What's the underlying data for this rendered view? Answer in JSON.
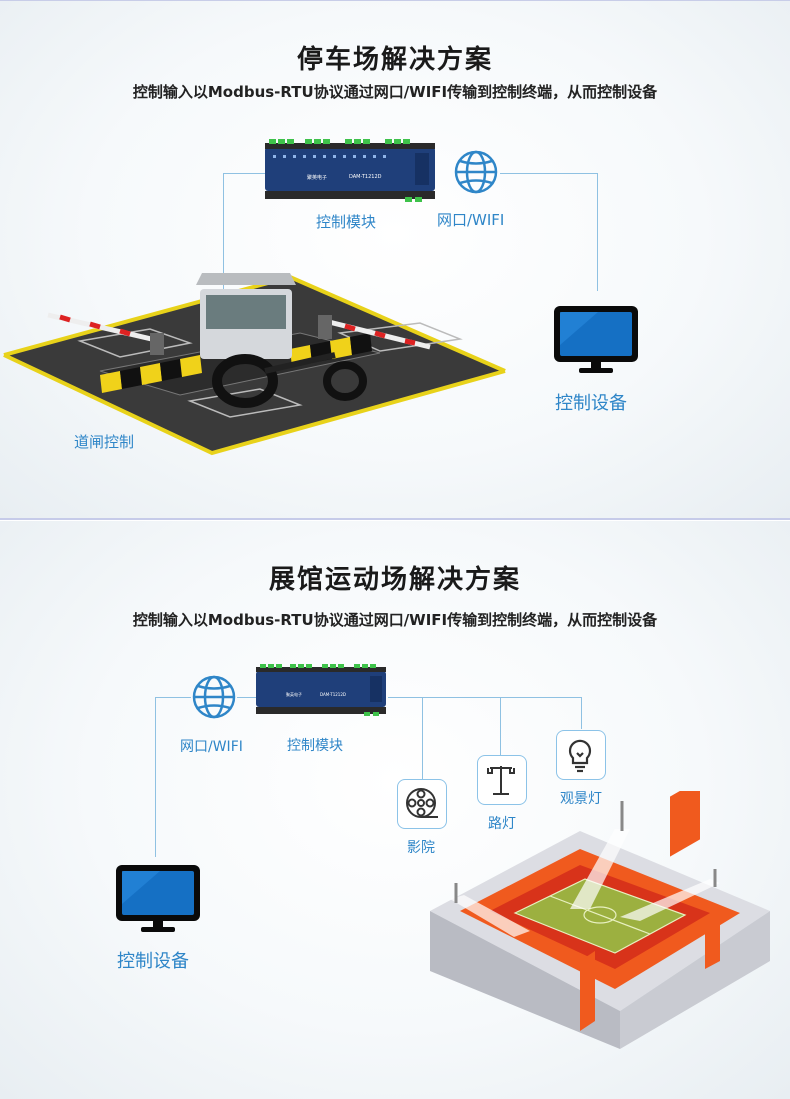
{
  "parking": {
    "title": "停车场解决方案",
    "subtitle": "控制输入以Modbus-RTU协议通过网口/WIFI传输到控制终端，从而控制设备",
    "module_label": "控制模块",
    "network_label": "网口/WIFI",
    "device_label": "控制设备",
    "gate_label": "道闸控制",
    "module_brand": "聚英电子",
    "module_model": "DAM-T1212D"
  },
  "stadium": {
    "title": "展馆运动场解决方案",
    "subtitle": "控制输入以Modbus-RTU协议通过网口/WIFI传输到控制终端，从而控制设备",
    "network_label": "网口/WIFI",
    "module_label": "控制模块",
    "device_label": "控制设备",
    "cinema_label": "影院",
    "street_light_label": "路灯",
    "landscape_light_label": "观景灯",
    "module_brand": "聚英电子",
    "module_model": "DAM-T1212D"
  },
  "colors": {
    "accent": "#2f86c8",
    "line": "#8fc1e2",
    "module": "#1f3f7a",
    "stadium_orange": "#f05a1e"
  }
}
